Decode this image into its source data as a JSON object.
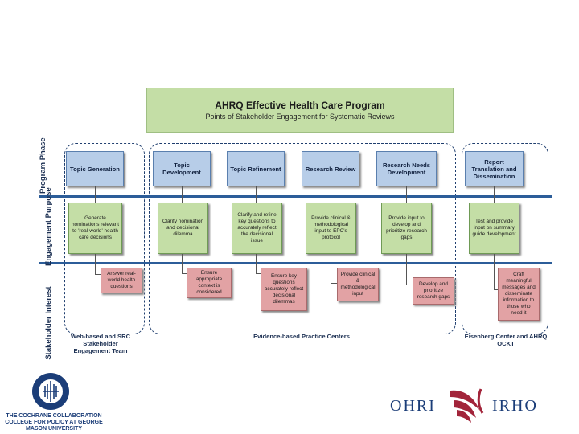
{
  "title": "AHRQ Effective Health Care Program",
  "subtitle": "Points of Stakeholder Engagement for Systematic Reviews",
  "row_labels": {
    "phase": "Program Phase",
    "purpose": "Engagement Purpose",
    "interest": "Stakeholder Interest"
  },
  "phases": [
    "Topic Generation",
    "Topic Development",
    "Topic Refinement",
    "Research Review",
    "Research Needs Development",
    "Report Translation and Dissemination"
  ],
  "purposes": [
    "Generate nominations relevant to 'real-world' health care decisions",
    "Clarify nomination and decisional dilemma",
    "Clarify and refine key questions to accurately reflect the decisional issue",
    "Provide clinical & methodological input to EPC's protocol",
    "Provide input to develop and prioritize research gaps",
    "Test and provide input on summary guide development"
  ],
  "interests": [
    "Answer real-world health questions",
    "Ensure appropriate context is considered",
    "Ensure key questions accurately reflect decisional dilemmas",
    "Provide clinical & methodological input",
    "Develop and prioritize research gaps",
    "Craft meaningful messages and disseminate information to those who need it"
  ],
  "groups": {
    "left": "Web-based and SRC Stakeholder Engagement Team",
    "center": "Evidence-based Practice Centers",
    "right": "Eisenberg Center and AHRQ OCKT"
  },
  "logos": {
    "cochrane": "THE COCHRANE COLLABORATION COLLEGE FOR POLICY AT GEORGE MASON UNIVERSITY",
    "ohri_left": "OHRI",
    "ohri_right": "IRHO"
  },
  "colors": {
    "phase_fill": "#b7cde8",
    "purpose_fill": "#c4dea6",
    "interest_fill": "#e2a2a4",
    "rule": "#2c5d99",
    "ohri_red": "#a2243a",
    "ohri_blue": "#1b3d78"
  }
}
